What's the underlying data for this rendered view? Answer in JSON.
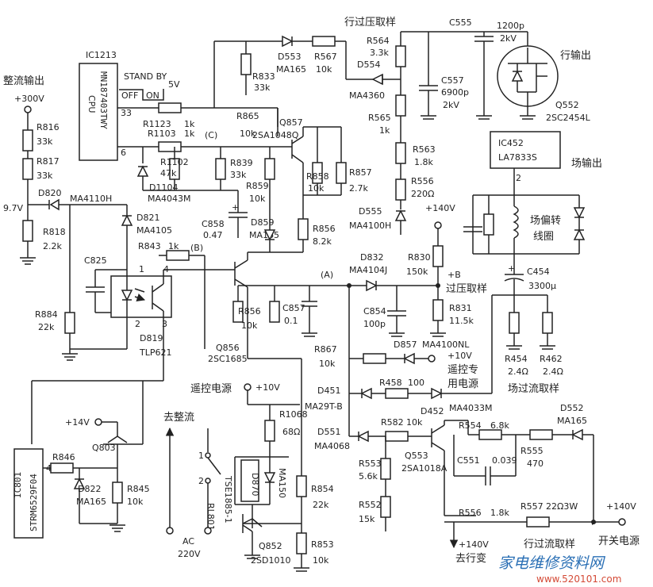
{
  "labels": {
    "rect_out": "整流输出",
    "v300": "+300V",
    "ic1213": "IC1213",
    "ic1213_part": "MN187403TWY",
    "cpu": "CPU",
    "standby": "STAND BY",
    "off": "OFF",
    "on": "ON",
    "v5": "5V",
    "pin33": "33",
    "pin6": "6",
    "r1123": "R1123",
    "r1123_v": "1k",
    "r1103": "R1103",
    "r1103_v": "1k",
    "node_c": "(C)",
    "r1102": "R1102",
    "r1102_v": "47k",
    "d1104": "D1104",
    "d1104_p": "MA4043M",
    "r865": "R865",
    "r865_v": "10k",
    "r839": "R839",
    "r839_v": "33k",
    "r833": "R833",
    "r833_v": "33k",
    "d553": "D553",
    "d553_p": "MA165",
    "r567": "R567",
    "r567_v": "10k",
    "d554": "D554",
    "d554_p": "MA4360",
    "hv_sample": "行过压取样",
    "r564": "R564",
    "r564_v": "3.3k",
    "c555": "C555",
    "c555_v1": "1200p",
    "c555_v2": "2kV",
    "h_out": "行输出",
    "c557": "C557",
    "c557_v1": "6900p",
    "c557_v2": "2kV",
    "q552": "Q552",
    "q552_p": "2SC2454L",
    "r565": "R565",
    "r565_v": "1k",
    "q857": "Q857",
    "q857_p": "2SA1048Q",
    "r858": "R858",
    "r858_v": "10k",
    "r857": "R857",
    "r857_v": "2.7k",
    "r563": "R563",
    "r563_v": "1.8k",
    "ic452": "IC452",
    "ic452_p": "LA7833S",
    "v_out": "场输出",
    "ic452_pin": "2",
    "r556": "R556",
    "r556_v": "220Ω",
    "r816": "R816",
    "r816_v": "33k",
    "r817": "R817",
    "r817_v": "33k",
    "d820": "D820",
    "d820_p": "MA4110H",
    "v97": "9.7V",
    "r818": "R818",
    "r818_v": "2.2k",
    "d821": "D821",
    "d821_p": "MA4105",
    "r859": "R859",
    "r859_v": "10k",
    "c858": "C858",
    "c858_v": "0.47",
    "d859": "D859",
    "d859_p": "MA165",
    "r856b": "R856",
    "r856b_v": "8.2k",
    "d555": "D555",
    "d555_p": "MA4100H",
    "v140a": "+140V",
    "yoke1": "场偏转",
    "yoke2": "线圈",
    "r843": "R843",
    "r843_v": "1k",
    "node_b": "(B)",
    "c825": "C825",
    "pin1": "1",
    "pin4": "4",
    "pin2": "2",
    "pin3": "3",
    "d832": "D832",
    "d832_p": "MA4104J",
    "r830": "R830",
    "r830_v": "150k",
    "node_a": "(A)",
    "plus_b": "+B",
    "ov_sample": "过压取样",
    "c454": "C454",
    "c454_v": "3300μ",
    "r884": "R884",
    "r884_v": "22k",
    "d819": "D819",
    "d819_p": "TLP621",
    "r856": "R856",
    "r856_v": "10k",
    "c857": "C857",
    "c857_v": "0.1",
    "c854": "C854",
    "c854_v": "100p",
    "r831": "R831",
    "r831_v": "11.5k",
    "d857": "D857",
    "d857_p": "MA4100NL",
    "r454": "R454",
    "r454_v": "2.4Ω",
    "r462": "R462",
    "r462_v": "2.4Ω",
    "q856": "Q856",
    "q856_p": "2SC1685",
    "r867": "R867",
    "r867_v": "10k",
    "v10a": "+10V",
    "remote_sp1": "遥控专",
    "remote_sp2": "用电源",
    "v_oc_sample": "场过流取样",
    "remote_ps": "遥控电源",
    "v10b": "+10V",
    "d451": "D451",
    "d451_p": "MA29T-B",
    "r458": "R458",
    "r458_v": "100",
    "d452": "D452",
    "d452_p": "MA4033M",
    "v14": "+14V",
    "to_rect": "去整流",
    "r1068": "R1068",
    "r1068_v": "68Ω",
    "d551": "D551",
    "d551_p": "MA4068",
    "r582": "R582",
    "r582_v": "10k",
    "r554": "R554",
    "r554_v": "6.8k",
    "d552": "D552",
    "d552_p": "MA165",
    "q803": "Q803",
    "d870": "D870",
    "ma150": "MA150",
    "q553": "Q553",
    "q553_p": "2SA1018A",
    "c551": "C551",
    "c551_v": "0.039",
    "r555": "R555",
    "r555_v": "470",
    "ic801": "IC801",
    "ic801_p": "STRM6529F04",
    "ic801_pin": "4",
    "r846": "R846",
    "d822": "D822",
    "d822_p": "MA165",
    "r845": "R845",
    "r845_v": "10k",
    "sw1": "1",
    "sw2": "2",
    "r854": "R854",
    "r854_v": "22k",
    "r553": "R553",
    "r553_v": "5.6k",
    "r552": "R552",
    "r552_v": "15k",
    "rl801": "RL801",
    "rl801_p": "TSE1885-1",
    "r556b": "R556",
    "r556b_v": "1.8k",
    "r557": "R557",
    "r557_v": "22Ω3W",
    "v140b": "+140V",
    "ac": "AC",
    "ac_v": "220V",
    "q852": "Q852",
    "q852_p": "2SD1010",
    "r853": "R853",
    "r853_v": "10k",
    "v140c": "+140V",
    "to_hv": "去行变",
    "h_oc_sample": "行过流取样",
    "sw_ps": "开关电源",
    "wm_cn": "家电维修资料网",
    "wm_url": "www.520101.com"
  }
}
